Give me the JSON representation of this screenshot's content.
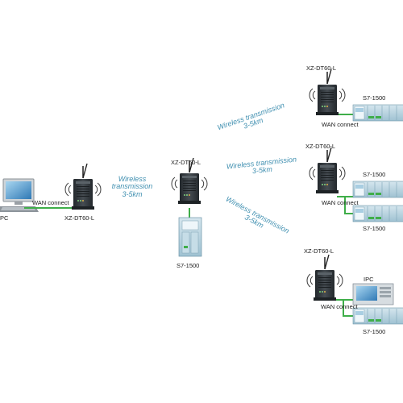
{
  "device_name": "XZ-DT60-L",
  "plc_name": "S7-1500",
  "pc_label": "PC",
  "ipc_label": "IPC",
  "wan_label": "WAN connect",
  "wireless": {
    "line1": "Wireless transmission",
    "line2": "3-5km"
  },
  "wireless_left": {
    "line1": "Wireless",
    "line2": "transmission",
    "line3": "3-5km"
  },
  "colors": {
    "link_green": "#3fae49",
    "wireless_text": "#3f8fb0",
    "device_dark": "#2e3338",
    "plc_blue": "#b8d3df"
  }
}
